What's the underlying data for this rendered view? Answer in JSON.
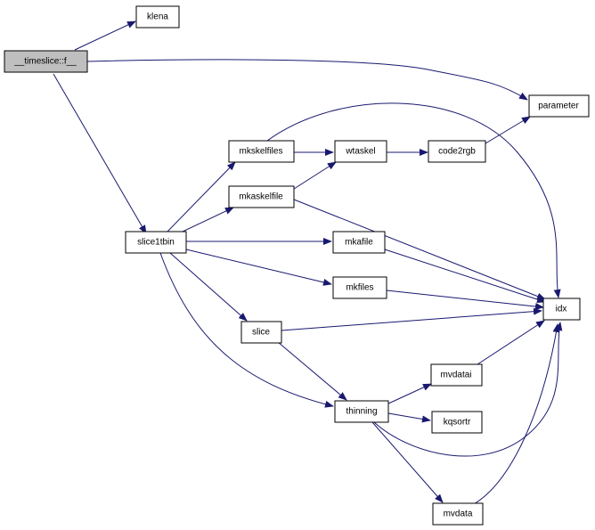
{
  "colors": {
    "edge": "#191970",
    "root_fill": "#bfbfbf",
    "node_fill": "#ffffff",
    "border": "#000000"
  },
  "nodes": {
    "timeslice": "__timeslice::f__",
    "klena": "klena",
    "parameter": "parameter",
    "mkskelfiles": "mkskelfiles",
    "wtaskel": "wtaskel",
    "code2rgb": "code2rgb",
    "mkaskelfile": "mkaskelfile",
    "slice1tbin": "slice1tbin",
    "mkafile": "mkafile",
    "mkfiles": "mkfiles",
    "idx": "idx",
    "slice": "slice",
    "mvdatai": "mvdatai",
    "thinning": "thinning",
    "kqsortr": "kqsortr",
    "mvdata": "mvdata"
  },
  "edges": [
    [
      "timeslice",
      "klena"
    ],
    [
      "timeslice",
      "parameter"
    ],
    [
      "timeslice",
      "slice1tbin"
    ],
    [
      "mkskelfiles",
      "idx"
    ],
    [
      "mkskelfiles",
      "wtaskel"
    ],
    [
      "wtaskel",
      "code2rgb"
    ],
    [
      "code2rgb",
      "parameter"
    ],
    [
      "mkaskelfile",
      "wtaskel"
    ],
    [
      "mkaskelfile",
      "idx"
    ],
    [
      "slice1tbin",
      "mkskelfiles"
    ],
    [
      "slice1tbin",
      "mkaskelfile"
    ],
    [
      "slice1tbin",
      "mkafile"
    ],
    [
      "slice1tbin",
      "mkfiles"
    ],
    [
      "slice1tbin",
      "slice"
    ],
    [
      "slice1tbin",
      "thinning"
    ],
    [
      "mkafile",
      "idx"
    ],
    [
      "mkfiles",
      "idx"
    ],
    [
      "slice",
      "idx"
    ],
    [
      "slice",
      "thinning"
    ],
    [
      "thinning",
      "mvdatai"
    ],
    [
      "thinning",
      "kqsortr"
    ],
    [
      "thinning",
      "idx"
    ],
    [
      "thinning",
      "mvdata"
    ],
    [
      "mvdatai",
      "idx"
    ],
    [
      "mvdata",
      "idx"
    ]
  ]
}
